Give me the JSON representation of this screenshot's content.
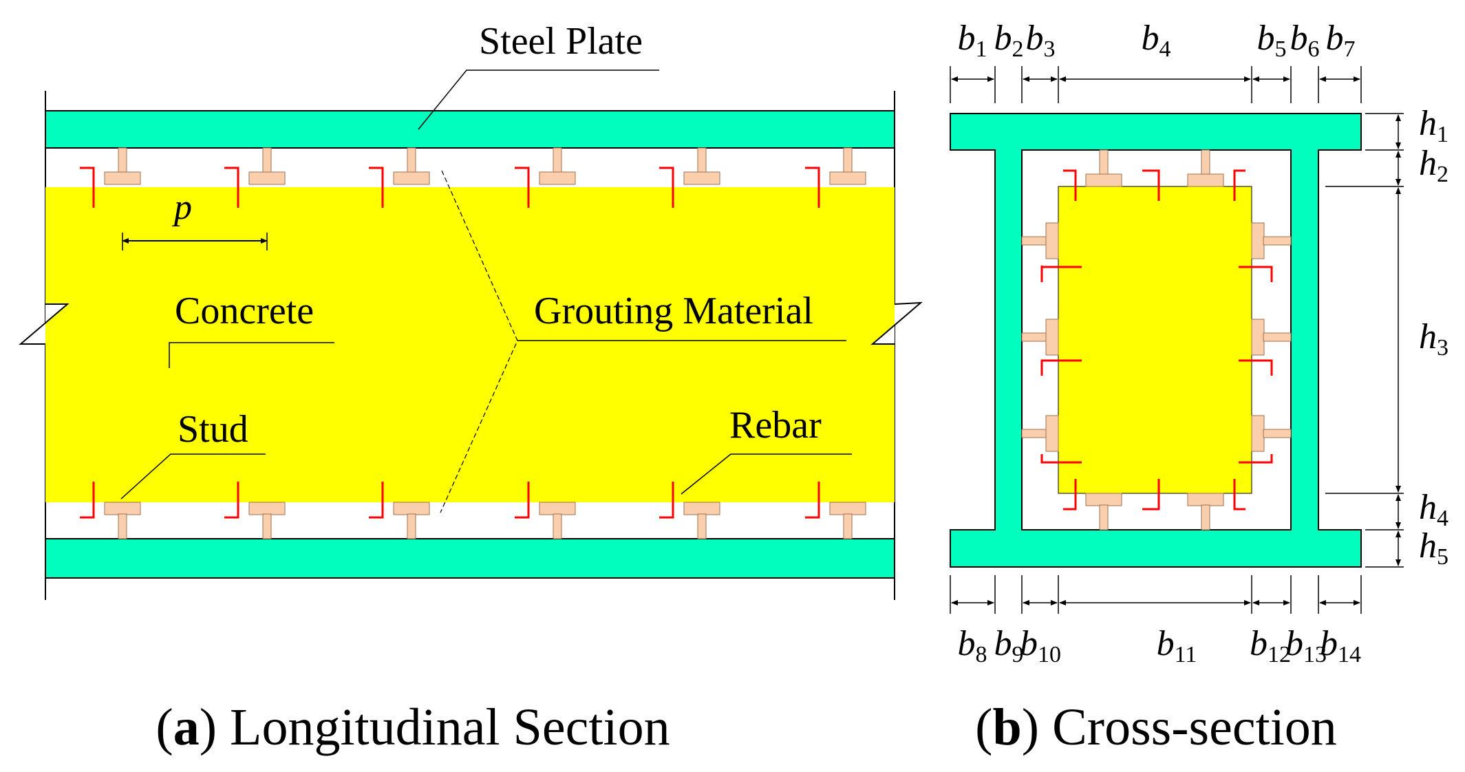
{
  "colors": {
    "steel": "#00ffbf",
    "concrete": "#ffff00",
    "stud": "#f9cfae",
    "stud_stroke": "#a07050",
    "rebar": "#ff0000",
    "line": "#000000"
  },
  "panel_a": {
    "labels": {
      "steel_plate": "Steel Plate",
      "concrete": "Concrete",
      "grouting": "Grouting Material",
      "stud": "Stud",
      "rebar": "Rebar",
      "pitch": "p"
    },
    "caption": {
      "letter": "a",
      "open": "(",
      "close": ")",
      "text": "Longitudinal Section"
    }
  },
  "panel_b": {
    "top_dims": [
      {
        "base": "b",
        "sub": "1"
      },
      {
        "base": "b",
        "sub": "2"
      },
      {
        "base": "b",
        "sub": "3"
      },
      {
        "base": "b",
        "sub": "4"
      },
      {
        "base": "b",
        "sub": "5"
      },
      {
        "base": "b",
        "sub": "6"
      },
      {
        "base": "b",
        "sub": "7"
      }
    ],
    "bottom_dims": [
      {
        "base": "b",
        "sub": "8"
      },
      {
        "base": "b",
        "sub": "9"
      },
      {
        "base": "b",
        "sub": "10"
      },
      {
        "base": "b",
        "sub": "11"
      },
      {
        "base": "b",
        "sub": "12"
      },
      {
        "base": "b",
        "sub": "13"
      },
      {
        "base": "b",
        "sub": "14"
      }
    ],
    "right_dims": [
      {
        "base": "h",
        "sub": "1"
      },
      {
        "base": "h",
        "sub": "2"
      },
      {
        "base": "h",
        "sub": "3"
      },
      {
        "base": "h",
        "sub": "4"
      },
      {
        "base": "h",
        "sub": "5"
      }
    ],
    "caption": {
      "letter": "b",
      "open": "(",
      "close": ")",
      "text": "Cross-section"
    }
  }
}
